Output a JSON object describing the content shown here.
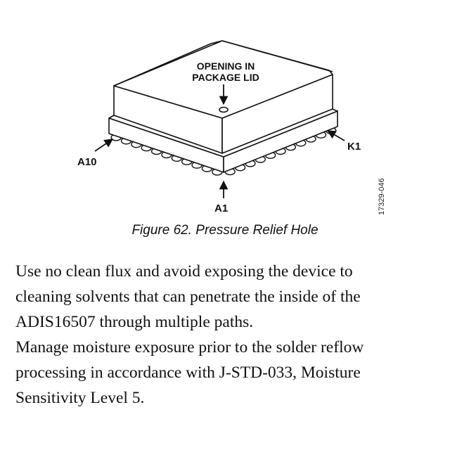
{
  "figure": {
    "labels": {
      "opening_line1": "OPENING IN",
      "opening_line2": "PACKAGE LID",
      "k1": "K1",
      "a10": "A10",
      "a1": "A1"
    },
    "figure_id": "17329-046",
    "caption": "Figure 62. Pressure Relief Hole"
  },
  "paragraphs": [
    {
      "lines": [
        "Use no clean flux and avoid exposing the device to",
        "cleaning solvents that can penetrate the inside of the",
        "ADIS16507 through multiple paths."
      ]
    },
    {
      "lines": [
        "Manage moisture exposure prior to the solder reflow",
        "processing in accordance with J-STD-033, Moisture",
        "Sensitivity Level 5."
      ]
    }
  ]
}
